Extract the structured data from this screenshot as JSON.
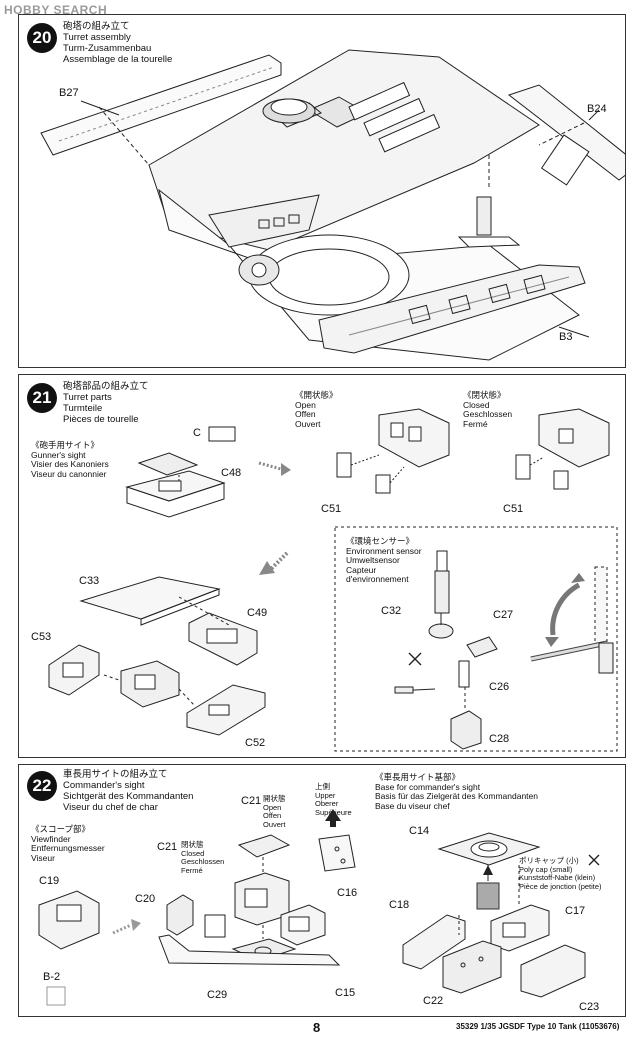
{
  "watermark": "HOBBY SEARCH",
  "step20": {
    "number": "20",
    "title": [
      "砲塔の組み立て",
      "Turret assembly",
      "Turm-Zusammenbau",
      "Assemblage de la tourelle"
    ],
    "parts": {
      "b27": "B27",
      "b24": "B24",
      "b3": "B3"
    }
  },
  "step21": {
    "number": "21",
    "title": [
      "砲塔部品の組み立て",
      "Turret parts",
      "Turmteile",
      "Pièces de tourelle"
    ],
    "gunner": [
      "《砲手用サイト》",
      "Gunner's sight",
      "Visier des Kanoniers",
      "Viseur du canonnier"
    ],
    "open": [
      "《開状態》",
      "Open",
      "Offen",
      "Ouvert"
    ],
    "closed": [
      "《閉状態》",
      "Closed",
      "Geschlossen",
      "Fermé"
    ],
    "env": [
      "《環境センサー》",
      "Environment sensor",
      "Umweltsensor",
      "Capteur",
      "d'environnement"
    ],
    "parts": {
      "c": "C",
      "c48": "C48",
      "c51a": "C51",
      "c51b": "C51",
      "c33": "C33",
      "c49": "C49",
      "c53": "C53",
      "c52": "C52",
      "c32": "C32",
      "c27": "C27",
      "c26": "C26",
      "c28": "C28"
    }
  },
  "step22": {
    "number": "22",
    "title": [
      "車長用サイトの組み立て",
      "Commander's sight",
      "Sichtgerät des Kommandanten",
      "Viseur du chef de char"
    ],
    "scope": [
      "《スコープ部》",
      "Viewfinder",
      "Entfernungsmesser",
      "Viseur"
    ],
    "base": [
      "《車長用サイト基部》",
      "Base for commander's sight",
      "Basis für das Zielgerät des Kommandanten",
      "Base du viseur chef"
    ],
    "open": [
      "開状態",
      "Open",
      "Offen",
      "Ouvert"
    ],
    "closed": [
      "閉状態",
      "Closed",
      "Geschlossen",
      "Fermé"
    ],
    "upper": [
      "上側",
      "Upper",
      "Oberer",
      "Supérieure"
    ],
    "polycap": [
      "ポリキャップ (小)",
      "Poly cap (small)",
      "Kunststoff-Nabe (klein)",
      "Pièce de jonction (petite)"
    ],
    "parts": {
      "c19": "C19",
      "b2": "B-2",
      "c21a": "C21",
      "c21b": "C21",
      "c20": "C20",
      "c16": "C16",
      "c29": "C29",
      "c15": "C15",
      "c14": "C14",
      "c18": "C18",
      "c17": "C17",
      "c22": "C22",
      "c23": "C23"
    }
  },
  "footer": {
    "page": "8",
    "code": "35329  1/35 JGSDF Type 10 Tank (11053676)"
  }
}
